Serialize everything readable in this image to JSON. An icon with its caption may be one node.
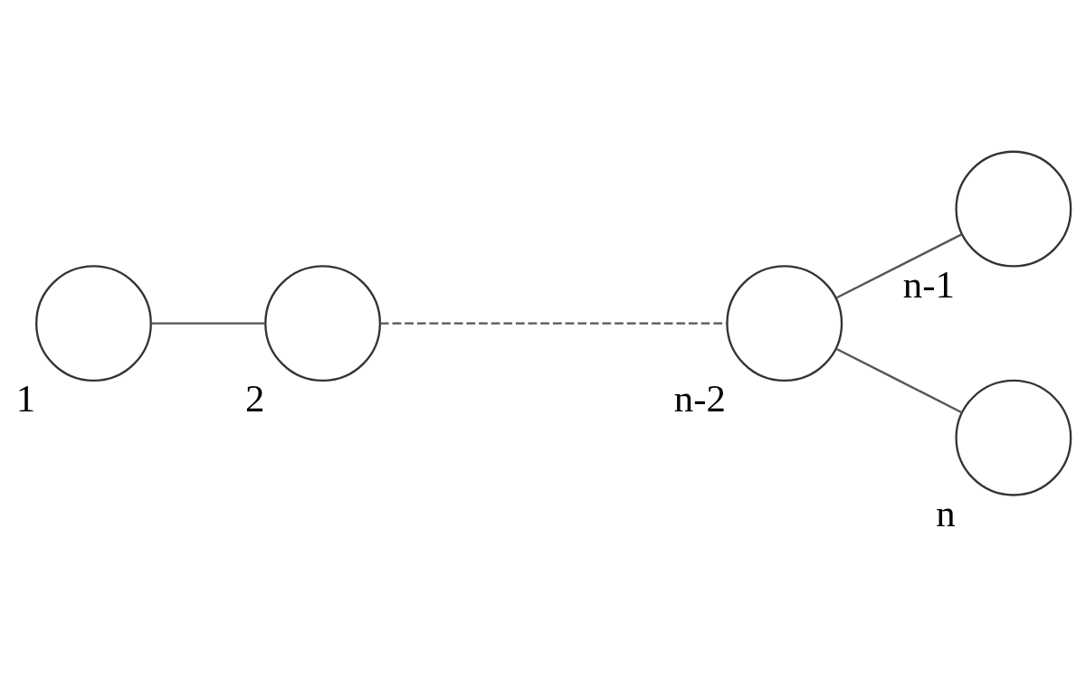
{
  "diagram": {
    "nodes": [
      {
        "text": [],
        "shape": "circle",
        "beside": [
          "1"
        ]
      },
      {
        "text": [],
        "shape": "circle",
        "beside": [
          "2"
        ]
      },
      {
        "text": [],
        "shape": "circle",
        "beside": [
          "n-2"
        ]
      },
      {
        "text": [],
        "shape": "circle",
        "beside": [
          "n-1"
        ]
      },
      {
        "text": [],
        "shape": "circle",
        "beside": [
          "n"
        ]
      }
    ],
    "edges": [
      {
        "from": 0,
        "to": 1,
        "arrow": "none"
      },
      {
        "from": 1,
        "to": 2,
        "arrow": "none",
        "style": "dashed"
      },
      {
        "from": 2,
        "to": 3,
        "arrow": "none"
      },
      {
        "from": 2,
        "to": 4,
        "arrow": "none"
      }
    ]
  }
}
